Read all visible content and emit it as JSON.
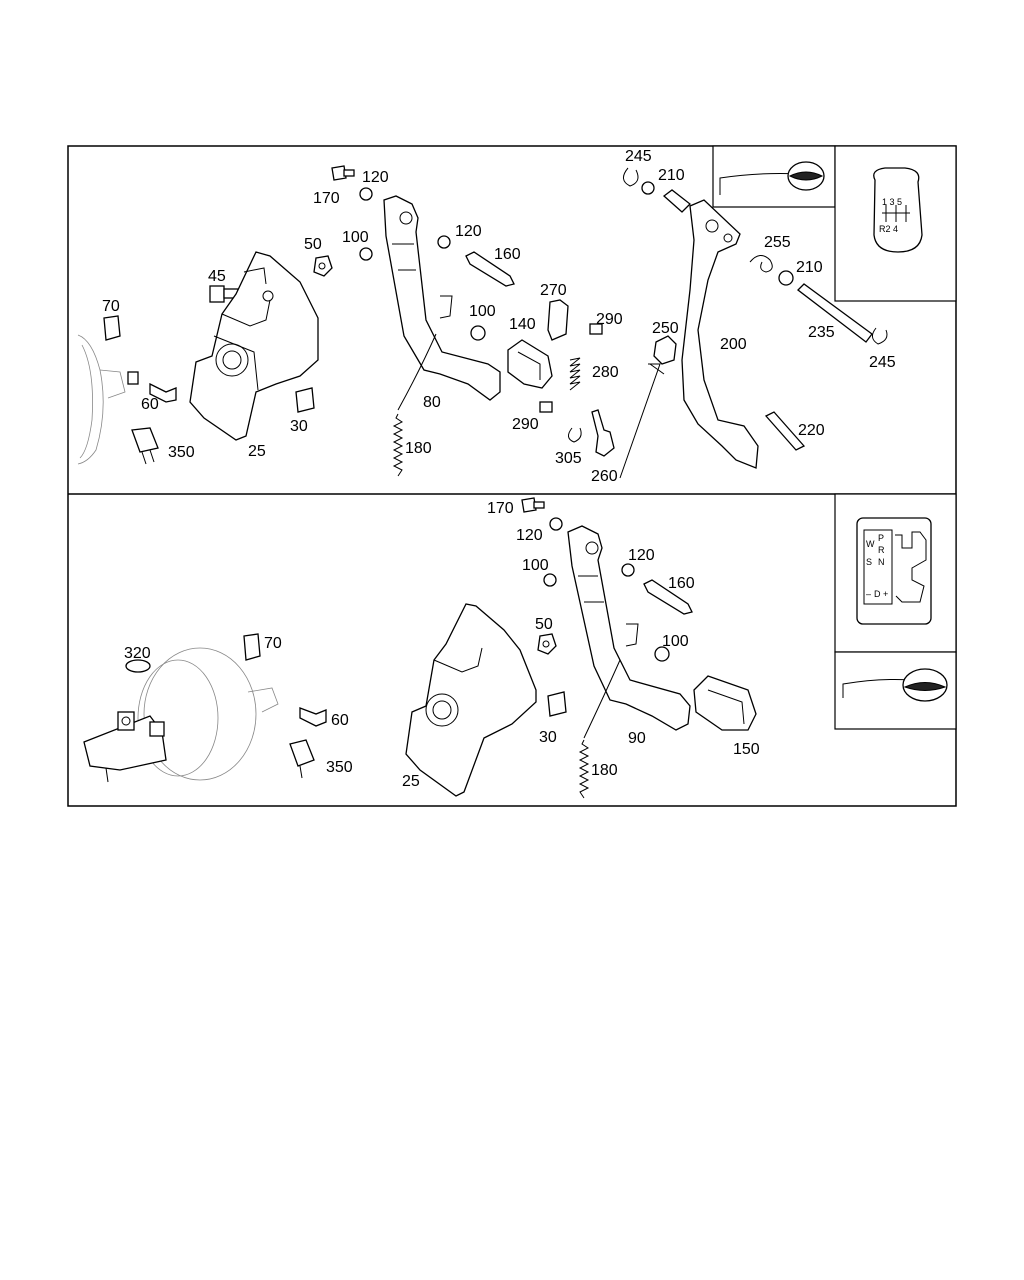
{
  "top_panel": {
    "callouts": [
      "170",
      "120",
      "100",
      "120",
      "160",
      "50",
      "45",
      "70",
      "60",
      "350",
      "25",
      "30",
      "80",
      "180",
      "100",
      "140",
      "270",
      "290",
      "280",
      "290",
      "305",
      "260",
      "250",
      "200",
      "245",
      "210",
      "255",
      "210",
      "235",
      "245",
      "220"
    ]
  },
  "bottom_panel": {
    "callouts": [
      "170",
      "120",
      "100",
      "120",
      "160",
      "50",
      "100",
      "30",
      "90",
      "150",
      "180",
      "25",
      "320",
      "70",
      "60",
      "350"
    ]
  },
  "inset_manual": {
    "row1": "1 3 5",
    "row2": "R2 4"
  },
  "inset_auto": {
    "letters": [
      "W",
      "S",
      "P",
      "R",
      "N",
      "–",
      "D",
      "+"
    ]
  }
}
